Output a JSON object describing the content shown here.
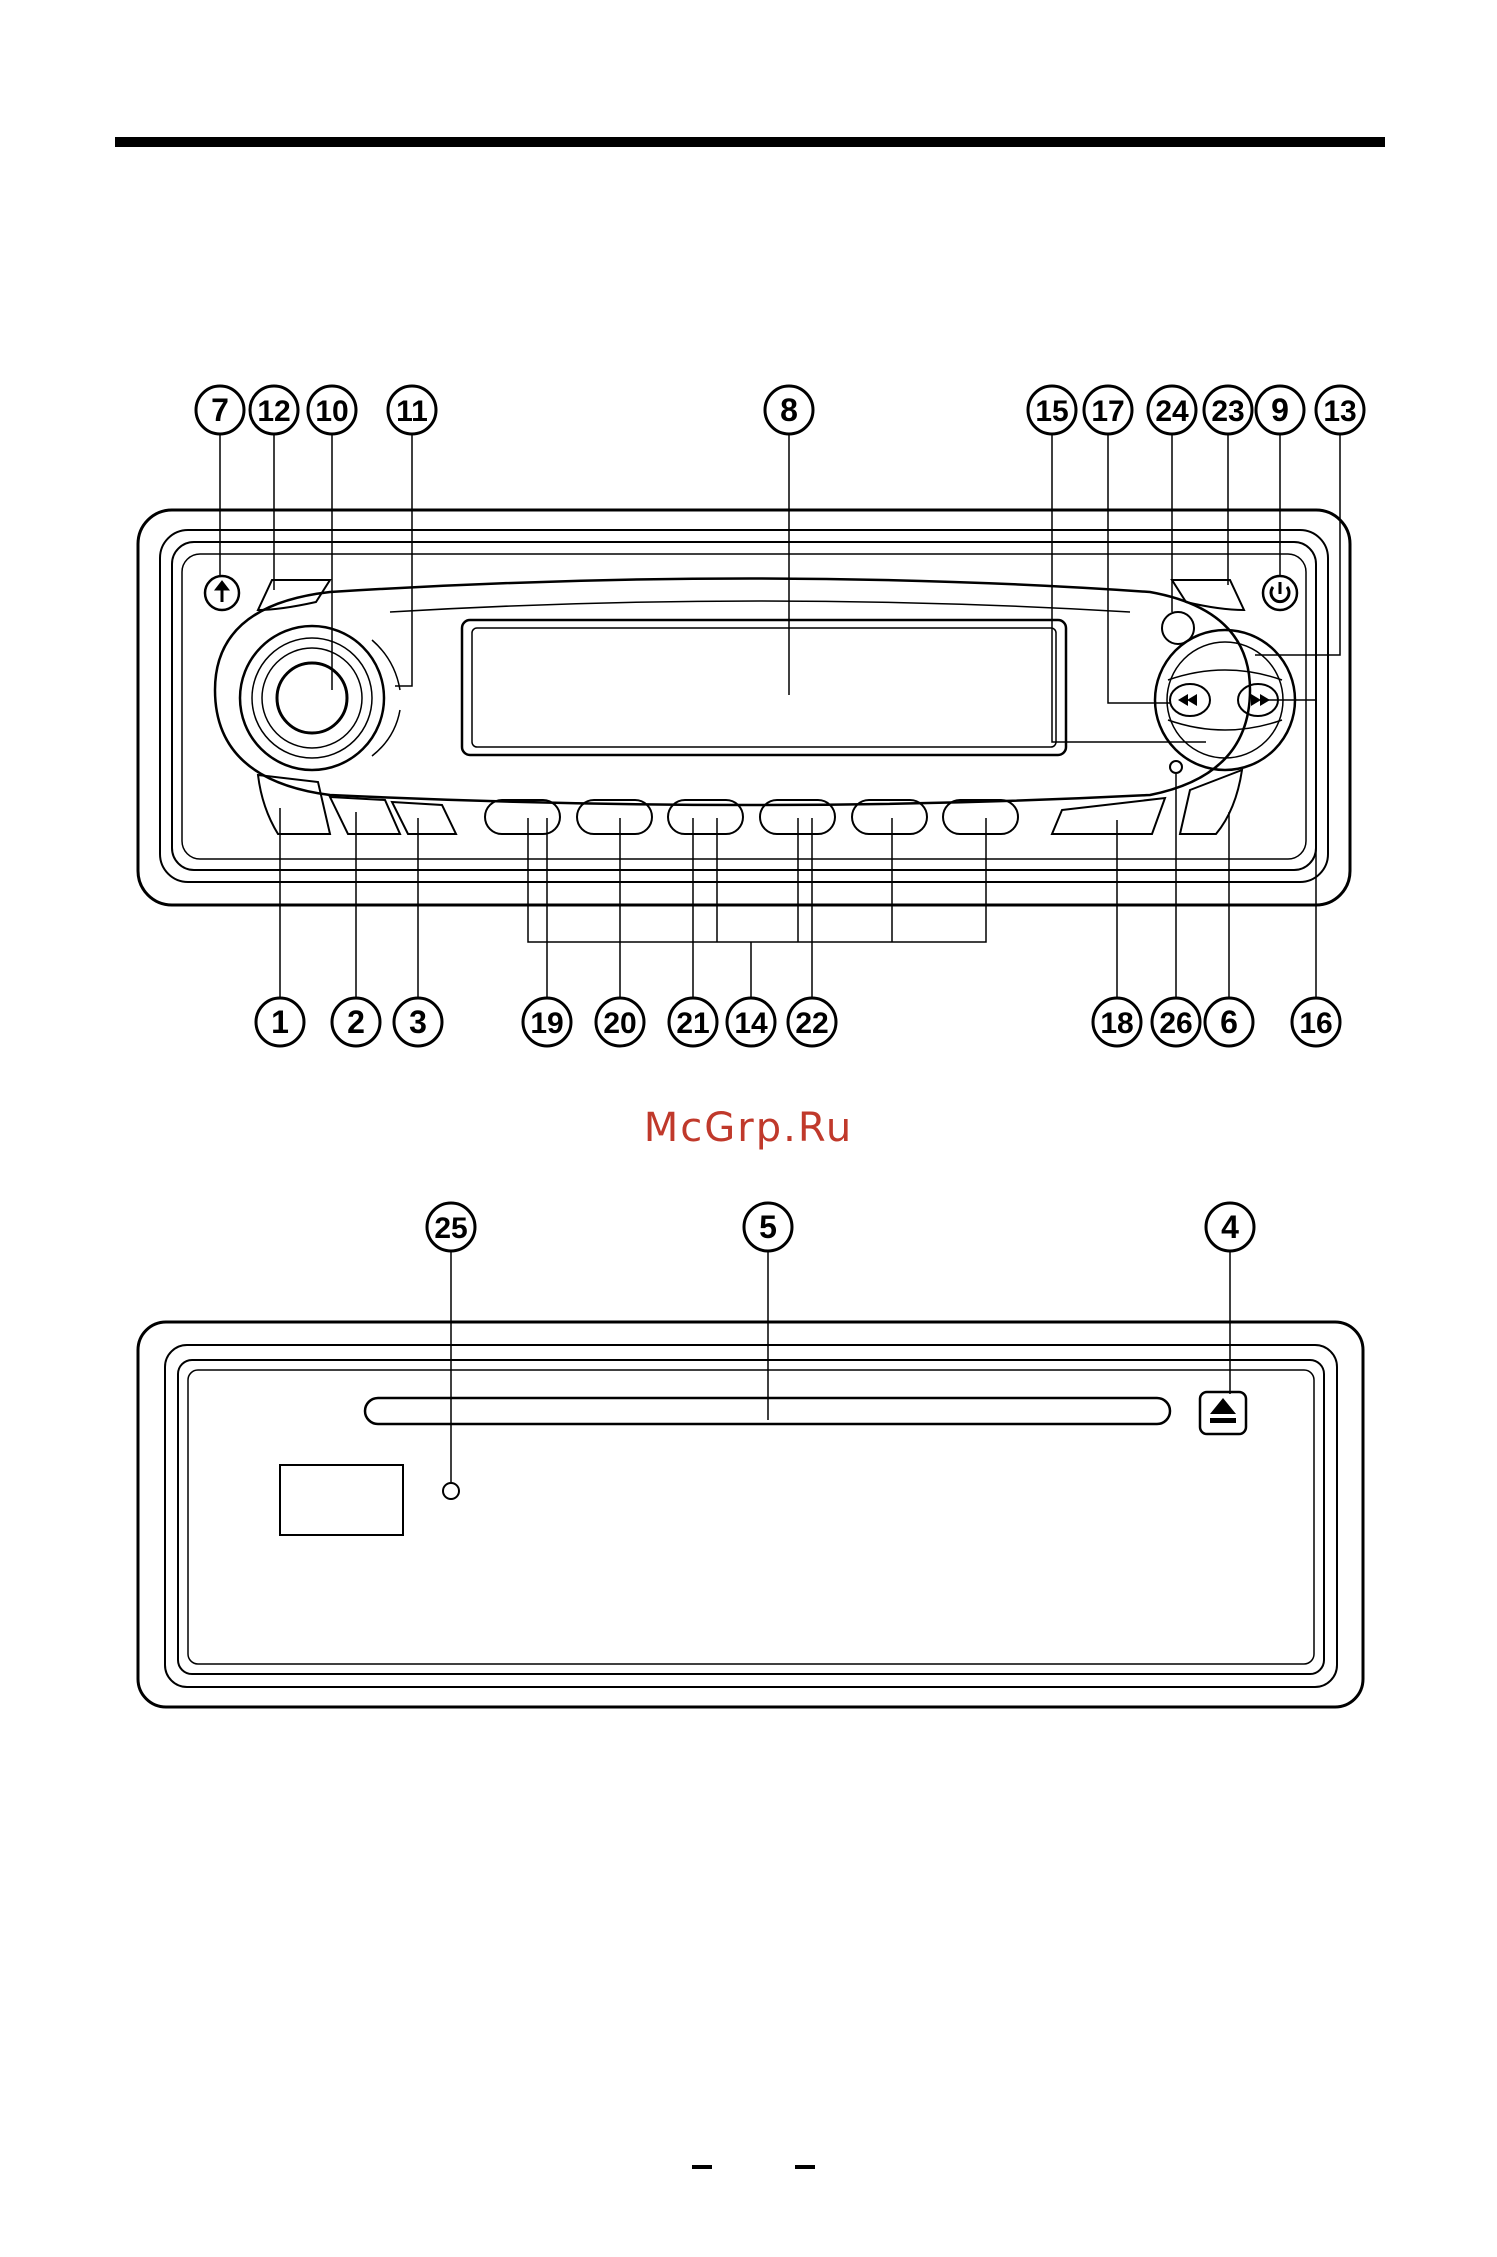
{
  "watermark": {
    "text": "McGrp.Ru",
    "color": "#c0392b"
  },
  "colors": {
    "ink": "#000000",
    "paper": "#ffffff"
  },
  "callouts_top": [
    "7",
    "12",
    "10",
    "11",
    "8",
    "15",
    "17",
    "24",
    "23",
    "9",
    "13"
  ],
  "callouts_bottom": [
    "1",
    "2",
    "3",
    "19",
    "20",
    "21",
    "14",
    "22",
    "18",
    "26",
    "6",
    "16"
  ],
  "callouts_panel": [
    "25",
    "5",
    "4"
  ],
  "icons": {
    "release": "up-arrow-icon",
    "power": "power-icon",
    "rewind": "rewind-icon",
    "fast_forward": "fast-forward-icon",
    "eject": "eject-icon"
  },
  "footer": {
    "page_marks": [
      "–",
      "–"
    ]
  }
}
